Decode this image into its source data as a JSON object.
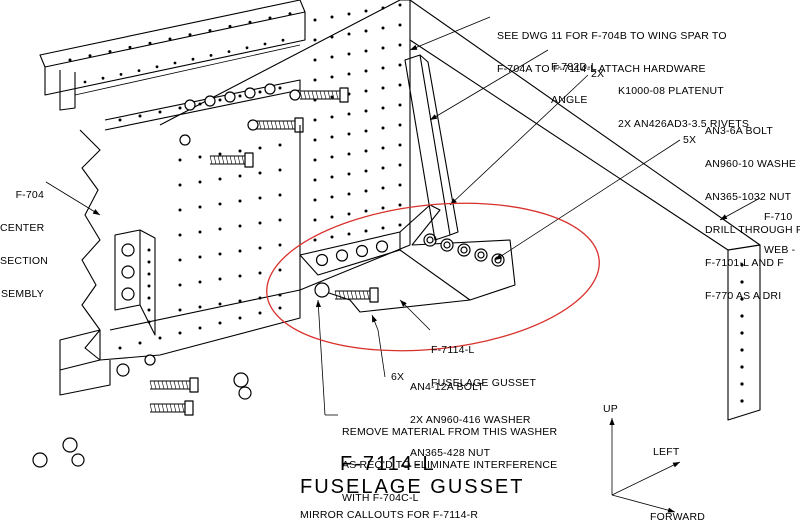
{
  "colors": {
    "line": "#000000",
    "highlight": "#d9302b",
    "background": "#ffffff"
  },
  "callouts": {
    "see_dwg": [
      "SEE DWG 11 FOR F-704B TO WING SPAR TO",
      "F-704A TO F-7114-L ATTACH HARDWARE"
    ],
    "angle": [
      "F-782D-L",
      "ANGLE"
    ],
    "platenut_qty": "2X",
    "platenut": [
      "K1000-08 PLATENUT",
      "2X AN426AD3-3.5 RIVETS"
    ],
    "bolt_qty": "5X",
    "bolt": [
      "AN3-6A BOLT",
      "AN960-10 WASHE",
      "AN365-1032 NUT",
      "DRILL THROUGH F",
      "F-7101-L AND F",
      "F-770 AS A DRI"
    ],
    "web": [
      "F-710",
      "WEB -"
    ],
    "center_section": [
      "F-704",
      "CENTER",
      "SECTION",
      "SEMBLY"
    ],
    "gusset": [
      "F-7114-L",
      "FUSELAGE GUSSET"
    ],
    "an4_qty": "6X",
    "an4": [
      "AN4-12A BOLT",
      "2X AN960-416 WASHER",
      "AN365-428 NUT"
    ],
    "remove": [
      "REMOVE MATERIAL FROM THIS WASHER",
      "AS REQ'D TO ELIMINATE INTERFERENCE",
      "WITH F-704C-L"
    ]
  },
  "title": {
    "part_number": "F-7114-L",
    "part_name": "FUSELAGE GUSSET",
    "mirror_note": "MIRROR CALLOUTS FOR F-7114-R"
  },
  "axes": {
    "up": "UP",
    "left": "LEFT",
    "forward": "FORWARD"
  }
}
